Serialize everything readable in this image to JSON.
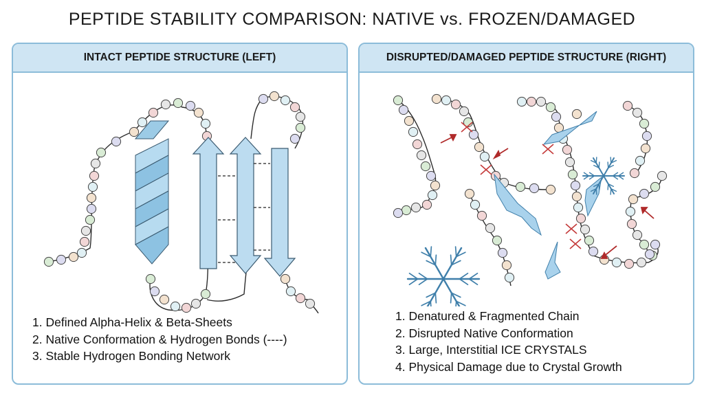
{
  "title": "PEPTIDE STABILITY COMPARISON: NATIVE vs. FROZEN/DAMAGED",
  "colors": {
    "panel_border": "#8cbcd9",
    "header_fill": "#cfe5f3",
    "helix": "#9ccbe6",
    "sheet_arrow": "#bcdcf0",
    "ice": "#6fb1da",
    "break_marker": "#c43a3a"
  },
  "left_panel": {
    "header": "INTACT PEPTIDE STRUCTURE (LEFT)",
    "notes": [
      "1. Defined Alpha-Helix & Beta-Sheets",
      "2. Native Conformation & Hydrogen Bonds (----)",
      "3. Stable Hydrogen Bonding Network"
    ],
    "elements": [
      "alpha-helix",
      "beta-sheet-arrows",
      "hydrogen-bond-dashes",
      "residue-beads"
    ]
  },
  "right_panel": {
    "header": "DISRUPTED/DAMAGED PEPTIDE STRUCTURE (RIGHT)",
    "notes": [
      "1. Denatured & Fragmented Chain",
      "2. Disrupted Native Conformation",
      "3. Large, Interstitial ICE CRYSTALS",
      "4. Physical Damage due to Crystal Growth"
    ],
    "elements": [
      "fragmented-chains",
      "ice-crystals",
      "snowflakes",
      "break-markers",
      "damage-arrows"
    ]
  }
}
